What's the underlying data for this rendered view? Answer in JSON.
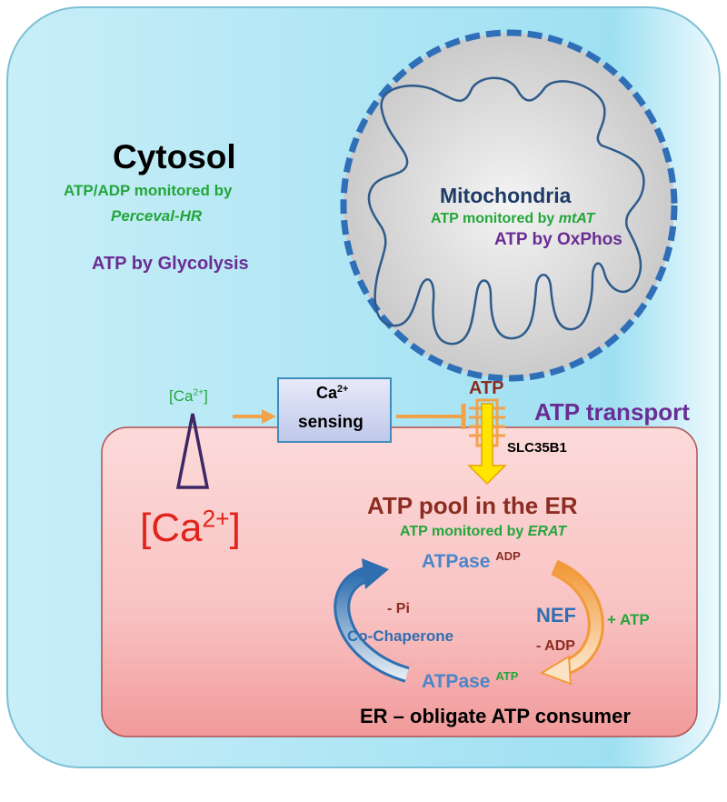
{
  "colors": {
    "cytosol_fill": "#aee7f5",
    "er_fill": "#f6b1b1",
    "mito_fill": "#d0d0d0",
    "mito_border": "#2f6fb8",
    "green_text": "#23a63a",
    "purple_text": "#6a2d94",
    "dark_red_text": "#8b2d22",
    "blue_text": "#4a86c8",
    "orange_arrow": "#f2a24a",
    "red_text": "#e0241b"
  },
  "cytosol": {
    "title": "Cytosol",
    "monitor_line1": "ATP/ADP monitored by",
    "monitor_line2": "Perceval-HR",
    "source": "ATP by Glycolysis"
  },
  "mitochondria": {
    "title": "Mitochondria",
    "monitor_prefix": "ATP monitored by ",
    "monitor_sensor": "mtAT",
    "source": "ATP by OxPhos"
  },
  "calcium": {
    "cyto_base": "[Ca",
    "cyto_sup": "2+",
    "cyto_close": "]",
    "er_base": "[Ca",
    "er_sup": "2+",
    "er_close": "]"
  },
  "sensing": {
    "line1_base": "Ca",
    "line1_sup": "2+",
    "line2": "sensing"
  },
  "transport": {
    "atp": "ATP",
    "label": "ATP transport",
    "transporter": "SLC35B1"
  },
  "er": {
    "pool_title": "ATP pool in the ER",
    "monitor_prefix": "ATP monitored by ",
    "monitor_sensor": "ERAT",
    "atpase_top": "ATPase",
    "atpase_top_sup": "ADP",
    "atpase_bottom": "ATPase",
    "atpase_bottom_sup": "ATP",
    "nef": "NEF",
    "plus_atp": "+ ATP",
    "minus_adp": "- ADP",
    "minus_pi": "- Pi",
    "cochaperone": "Co-Chaperone",
    "footer": "ER – obligate ATP consumer"
  }
}
